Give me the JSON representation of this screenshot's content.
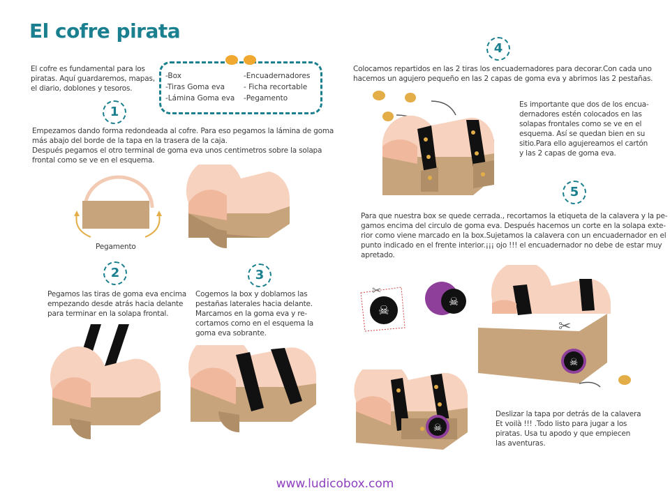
{
  "title": "El cofre pirata",
  "intro": "El  cofre es  fundamental para los\npiratas. Aquí  guardaremos, mapas,\nel diario, doblones y tesoros.",
  "materials": {
    "left": [
      "-Box",
      "-Tiras Goma eva",
      "-Lámina Goma eva"
    ],
    "right": [
      "-Encuadernadores",
      "- Ficha recortable",
      "-Pegamento"
    ]
  },
  "steps": [
    {
      "number": "1",
      "text": "Empezamos dando forma redondeada al cofre. Para eso pegamos la lámina de goma\nmás abajo del borde de la tapa en la trasera de la caja.\nDespués  pegamos el otro terminal de goma eva unos centimetros sobre la solapa\nfrontal como se ve en el esquema.",
      "diagram_label": "Pegamento"
    },
    {
      "number": "2",
      "text": "Pegamos  las tiras de goma eva encima\nempezando  desde atrás  hacia delante\npara terminar en la solapa frontal."
    },
    {
      "number": "3",
      "text": "Cogemos la box y doblamos las\npestañas laterales hacia delante.\nMarcamos en la goma  eva y re-\ncortamos como en el esquema la\ngoma eva sobrante."
    },
    {
      "number": "4",
      "text": "Colocamos repartidos en las 2 tiras los encuadernadores para decorar.Con cada uno\n hacemos un agujero pequeño en las 2 capas de goma eva y abrimos las 2 pestañas.",
      "note": "Es importante  que dos de los encua-\ndernadores  estén  colocados  en las\nsolapas frontales  como se  ve en  el\nesquema. Así se quedan  bien  en su\nsitio.Para ello agujereamos el cartón\ny las 2 capas de goma eva."
    },
    {
      "number": "5",
      "text": "Para que nuestra box se quede cerrada., recortamos la etiqueta de la calavera y la pe-\ngamos encima del circulo de goma eva. Después hacemos un corte en la solapa exte-\nrior como viene marcado en la box.Sujetamos la calavera con un encuadernador en el\npunto indicado en el frente interior.¡¡¡ ojo !!! el encuadernador  no debe de estar  muy\napretado.",
      "final": "Deslizar la tapa por detrás de la calavera\nEt voilà !!! .Todo listo para jugar a los\npiratas. Usa tu apodo y que empiecen\n las aventuras."
    }
  ],
  "footer_url": "www.ludicobox.com",
  "colors": {
    "accent": "#1a7f8e",
    "lid": "#f7d2bf",
    "box": "#c8a47c",
    "stud": "#e3ad47",
    "url": "#8e3fbf"
  }
}
